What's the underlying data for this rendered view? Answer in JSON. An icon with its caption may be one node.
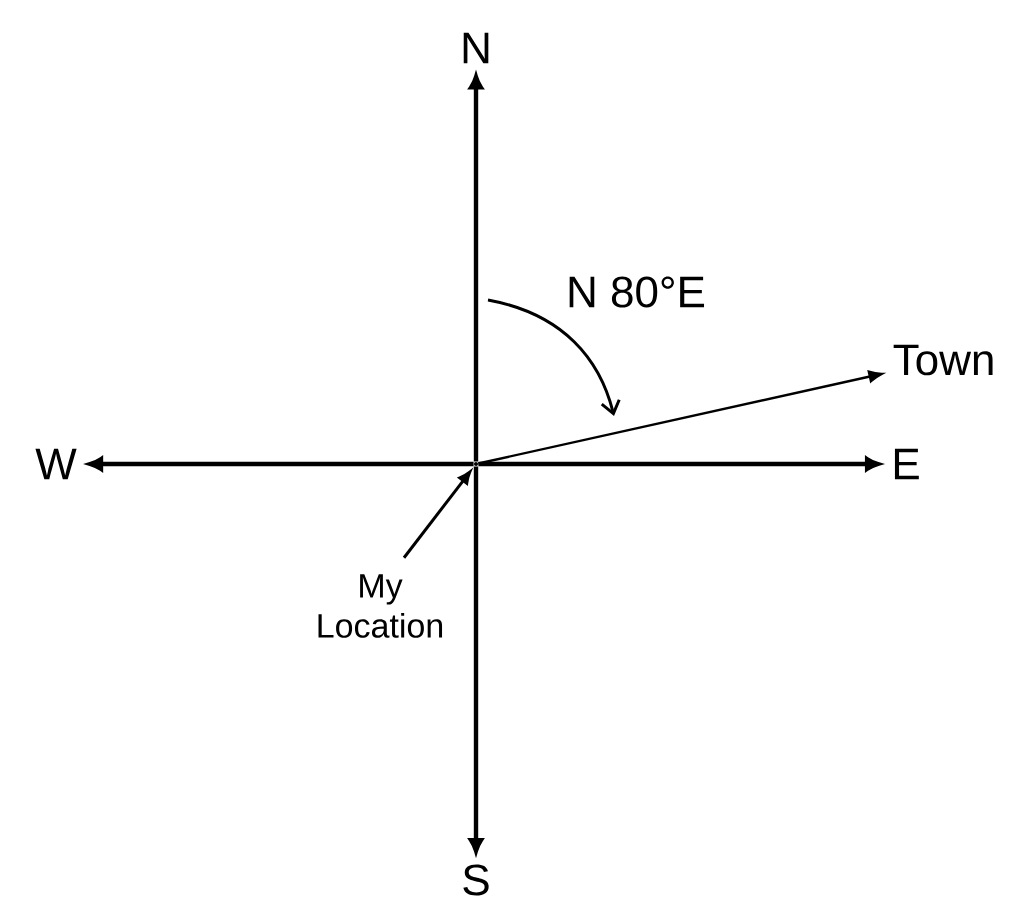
{
  "diagram": {
    "nodes": [
      {
        "text": [],
        "shape": "point"
      },
      {
        "text": [
          "N"
        ]
      },
      {
        "text": [
          "E"
        ]
      },
      {
        "text": [
          "S"
        ]
      },
      {
        "text": [
          "W"
        ]
      },
      {
        "text": [
          "Town"
        ]
      },
      {
        "text": [
          "My Location"
        ]
      }
    ],
    "edges": [
      {
        "from": 0,
        "to": 1,
        "arrow": "to"
      },
      {
        "from": 0,
        "to": 2,
        "arrow": "to"
      },
      {
        "from": 0,
        "to": 3,
        "arrow": "to"
      },
      {
        "from": 0,
        "to": 4,
        "arrow": "to"
      },
      {
        "from": 0,
        "to": 5,
        "arrow": "to"
      },
      {
        "from": 6,
        "to": 0,
        "arrow": "to"
      }
    ],
    "labels": [
      "N 80°E"
    ]
  }
}
